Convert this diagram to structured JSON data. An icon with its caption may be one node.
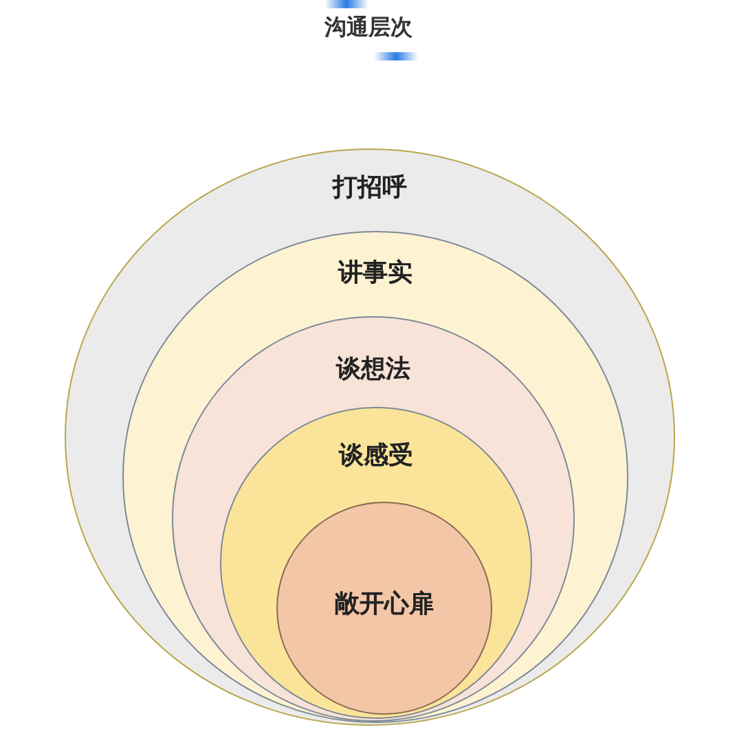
{
  "diagram": {
    "title": "沟通层次",
    "nodes": [
      {
        "text": [
          "打招呼"
        ]
      },
      {
        "text": [
          "讲事实"
        ],
        "in": 0
      },
      {
        "text": [
          "谈想法"
        ],
        "in": 1
      },
      {
        "text": [
          "谈感受"
        ],
        "in": 2
      },
      {
        "text": [
          "敞开心扉"
        ],
        "in": 3
      }
    ]
  }
}
